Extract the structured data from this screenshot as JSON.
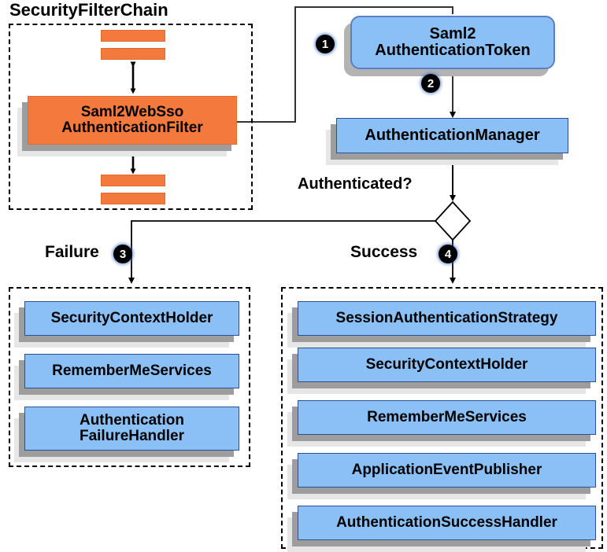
{
  "diagram": {
    "title": "SecurityFilterChain",
    "type": "flowchart",
    "colors": {
      "filter_orange": "#f4793c",
      "component_blue": "#8ac0f5",
      "border_blue": "#2b4f8f",
      "shadow_dark": "#9d9d9d",
      "shadow_light": "#e6e6e6",
      "line": "#000000"
    }
  },
  "filter_chain": {
    "label": "SecurityFilterChain",
    "filters_above": [
      "",
      ""
    ],
    "main_filter": "Saml2WebSso\nAuthenticationFilter",
    "filters_below": [
      "",
      ""
    ]
  },
  "flow": {
    "token": "Saml2\nAuthenticationToken",
    "auth_manager": "AuthenticationManager",
    "decision_label": "Authenticated?",
    "failure_label": "Failure",
    "success_label": "Success",
    "steps": {
      "one": "1",
      "two": "2",
      "three": "3",
      "four": "4"
    }
  },
  "failure_branch": {
    "items": [
      "SecurityContextHolder",
      "RememberMeServices",
      "Authentication\nFailureHandler"
    ]
  },
  "success_branch": {
    "items": [
      "SessionAuthenticationStrategy",
      "SecurityContextHolder",
      "RememberMeServices",
      "ApplicationEventPublisher",
      "AuthenticationSuccessHandler"
    ]
  }
}
